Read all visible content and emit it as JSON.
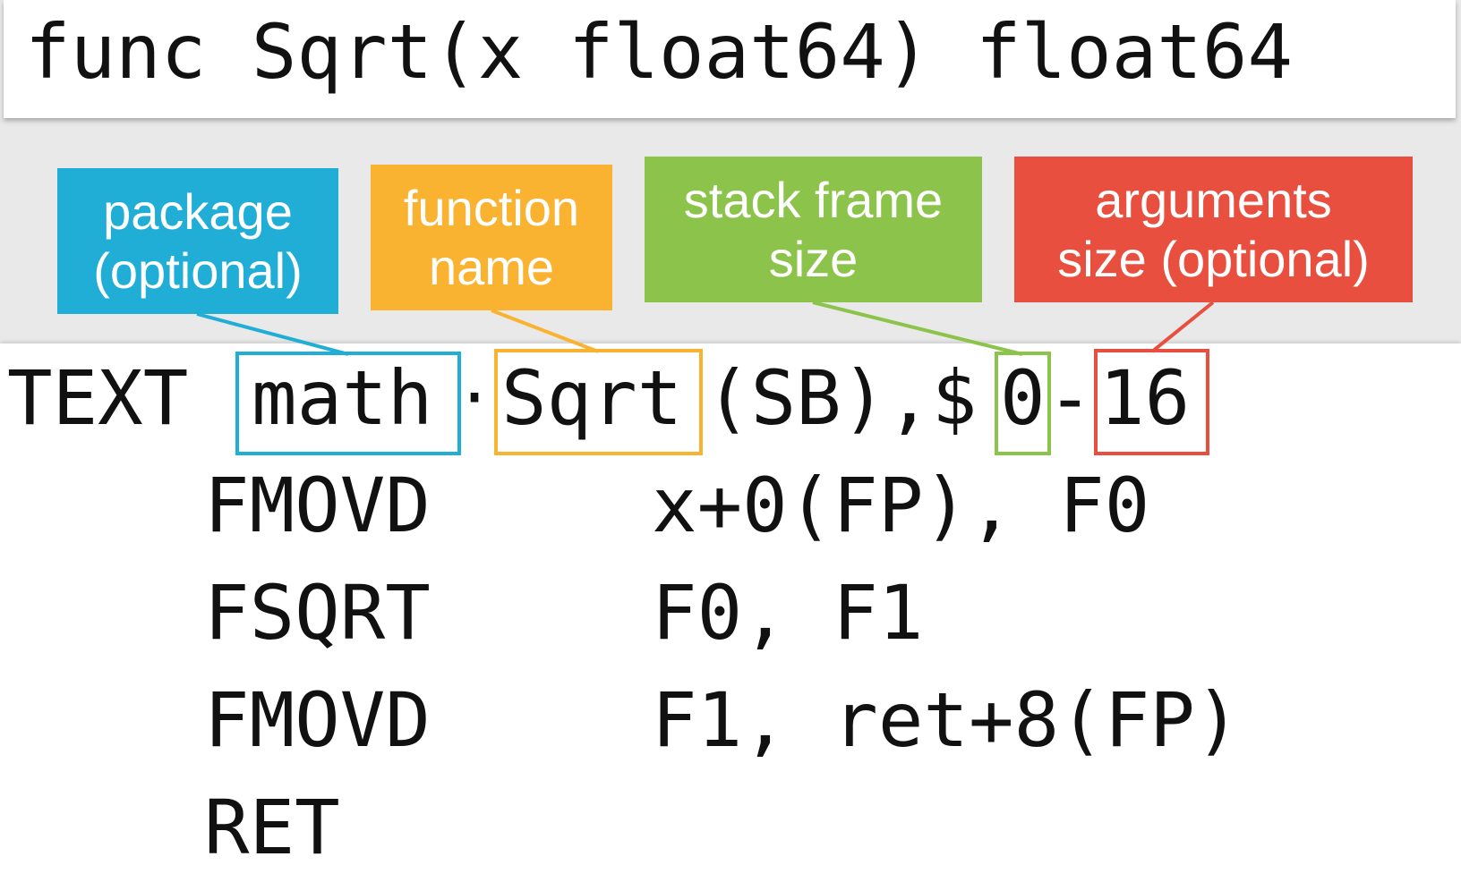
{
  "signature": "func Sqrt(x float64) float64",
  "callouts": {
    "package": {
      "line1": "package",
      "line2": "(optional)",
      "color": "#21AED6"
    },
    "function": {
      "line1": "function",
      "line2": "name",
      "color": "#F9B330"
    },
    "frame": {
      "line1": "stack frame",
      "line2": "size",
      "color": "#8CC44B"
    },
    "args": {
      "line1": "arguments",
      "line2": "size (optional)",
      "color": "#E94F3E"
    }
  },
  "asm": {
    "keyword": "TEXT",
    "package": "math",
    "separator": "·",
    "func": "Sqrt",
    "sb": "(SB),$",
    "frame": "0",
    "dash": "-",
    "args": "16",
    "lines": [
      {
        "op": "FMOVD",
        "operands": "x+0(FP), F0"
      },
      {
        "op": "FSQRT",
        "operands": "F0, F1"
      },
      {
        "op": "FMOVD",
        "operands": "F1, ret+8(FP)"
      },
      {
        "op": "RET",
        "operands": ""
      }
    ]
  }
}
